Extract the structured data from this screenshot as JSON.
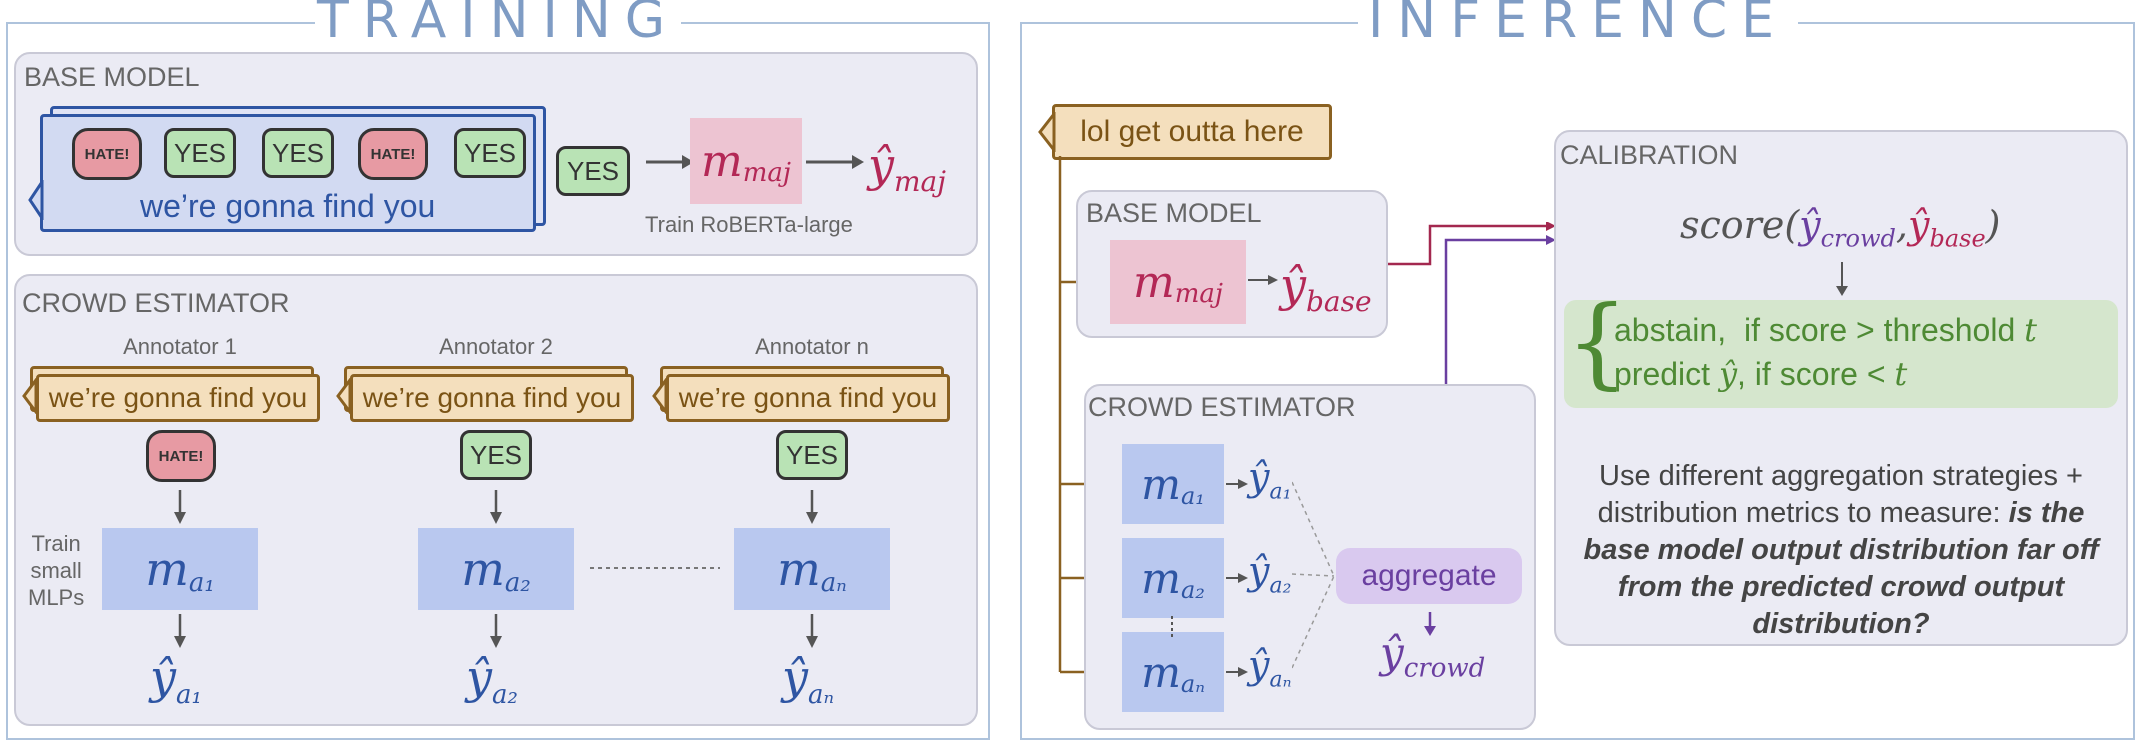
{
  "training": {
    "title": "TRAINING",
    "base_model": {
      "title": "BASE MODEL",
      "stack_text": "we’re gonna find you",
      "model": "m",
      "model_sub": "maj",
      "output": "ŷ",
      "output_sub": "maj",
      "note": "Train RoBERTa-large"
    },
    "crowd_estimator": {
      "title": "CROWD ESTIMATOR",
      "annotators": [
        "Annotator 1",
        "Annotator 2",
        "Annotator n"
      ],
      "text": "we’re gonna find you",
      "side_label": [
        "Train",
        "small",
        "MLPs"
      ],
      "model_subs": [
        "a₁",
        "a₂",
        "aₙ"
      ],
      "output_subs": [
        "a₁",
        "a₂",
        "aₙ"
      ]
    }
  },
  "inference": {
    "title": "INFERENCE",
    "input_text": "lol get outta here",
    "base_model": {
      "title": "BASE MODEL",
      "output_sub": "base"
    },
    "crowd_estimator": {
      "title": "CROWD ESTIMATOR",
      "aggregate": "aggregate",
      "output_sub": "crowd"
    },
    "calibration": {
      "title": "CALIBRATION",
      "score_prefix": "score(",
      "score_sep": ",",
      "score_suffix": ")",
      "rule1_left": "abstain,",
      "rule1_right": "if score > threshold ",
      "rule1_t": "t",
      "rule2_left": "predict ",
      "rule2_hat": "ŷ",
      "rule2_right": ", if score < ",
      "rule2_t": "t",
      "desc_plain": "Use different aggregation strategies + distribution metrics to measure:",
      "desc_bold": "is the base model output distribution far off from the predicted crowd output distribution?"
    }
  },
  "bubbles": {
    "yes": "YES",
    "hate": "HATE!"
  },
  "colors": {
    "blue": "#2e55a3",
    "pink": "#b32856",
    "brown": "#8a6121",
    "purple": "#6a3fa0",
    "green": "#4e8a34"
  }
}
